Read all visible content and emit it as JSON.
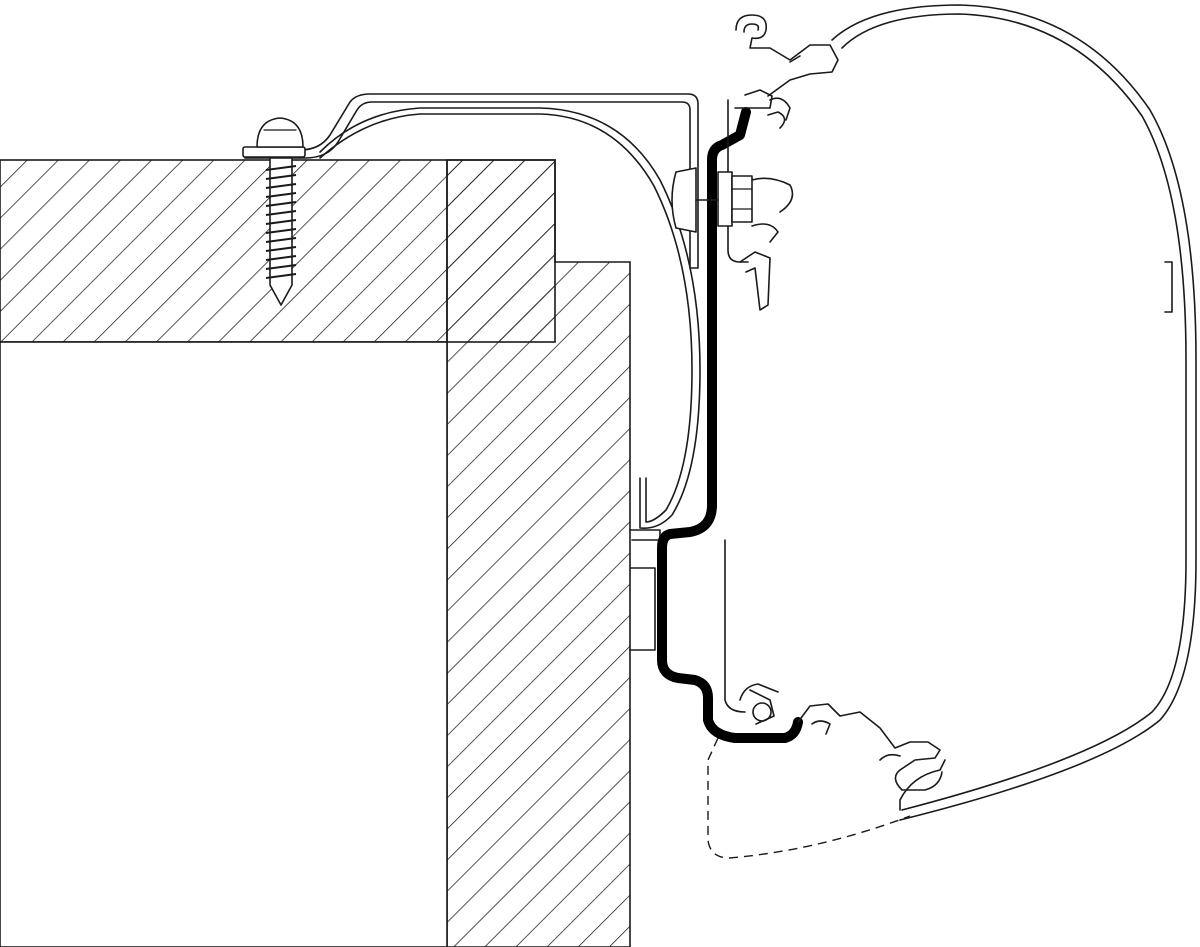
{
  "colors": {
    "line": "#1a1a1a",
    "background": "#ffffff",
    "seal": "#000000"
  },
  "parts": [
    "wall-structure",
    "mounting-screw",
    "adapter-rail",
    "rubber-seal-strip",
    "awning-mounting-bracket",
    "awning-cassette-housing",
    "optional-lower-profile"
  ]
}
